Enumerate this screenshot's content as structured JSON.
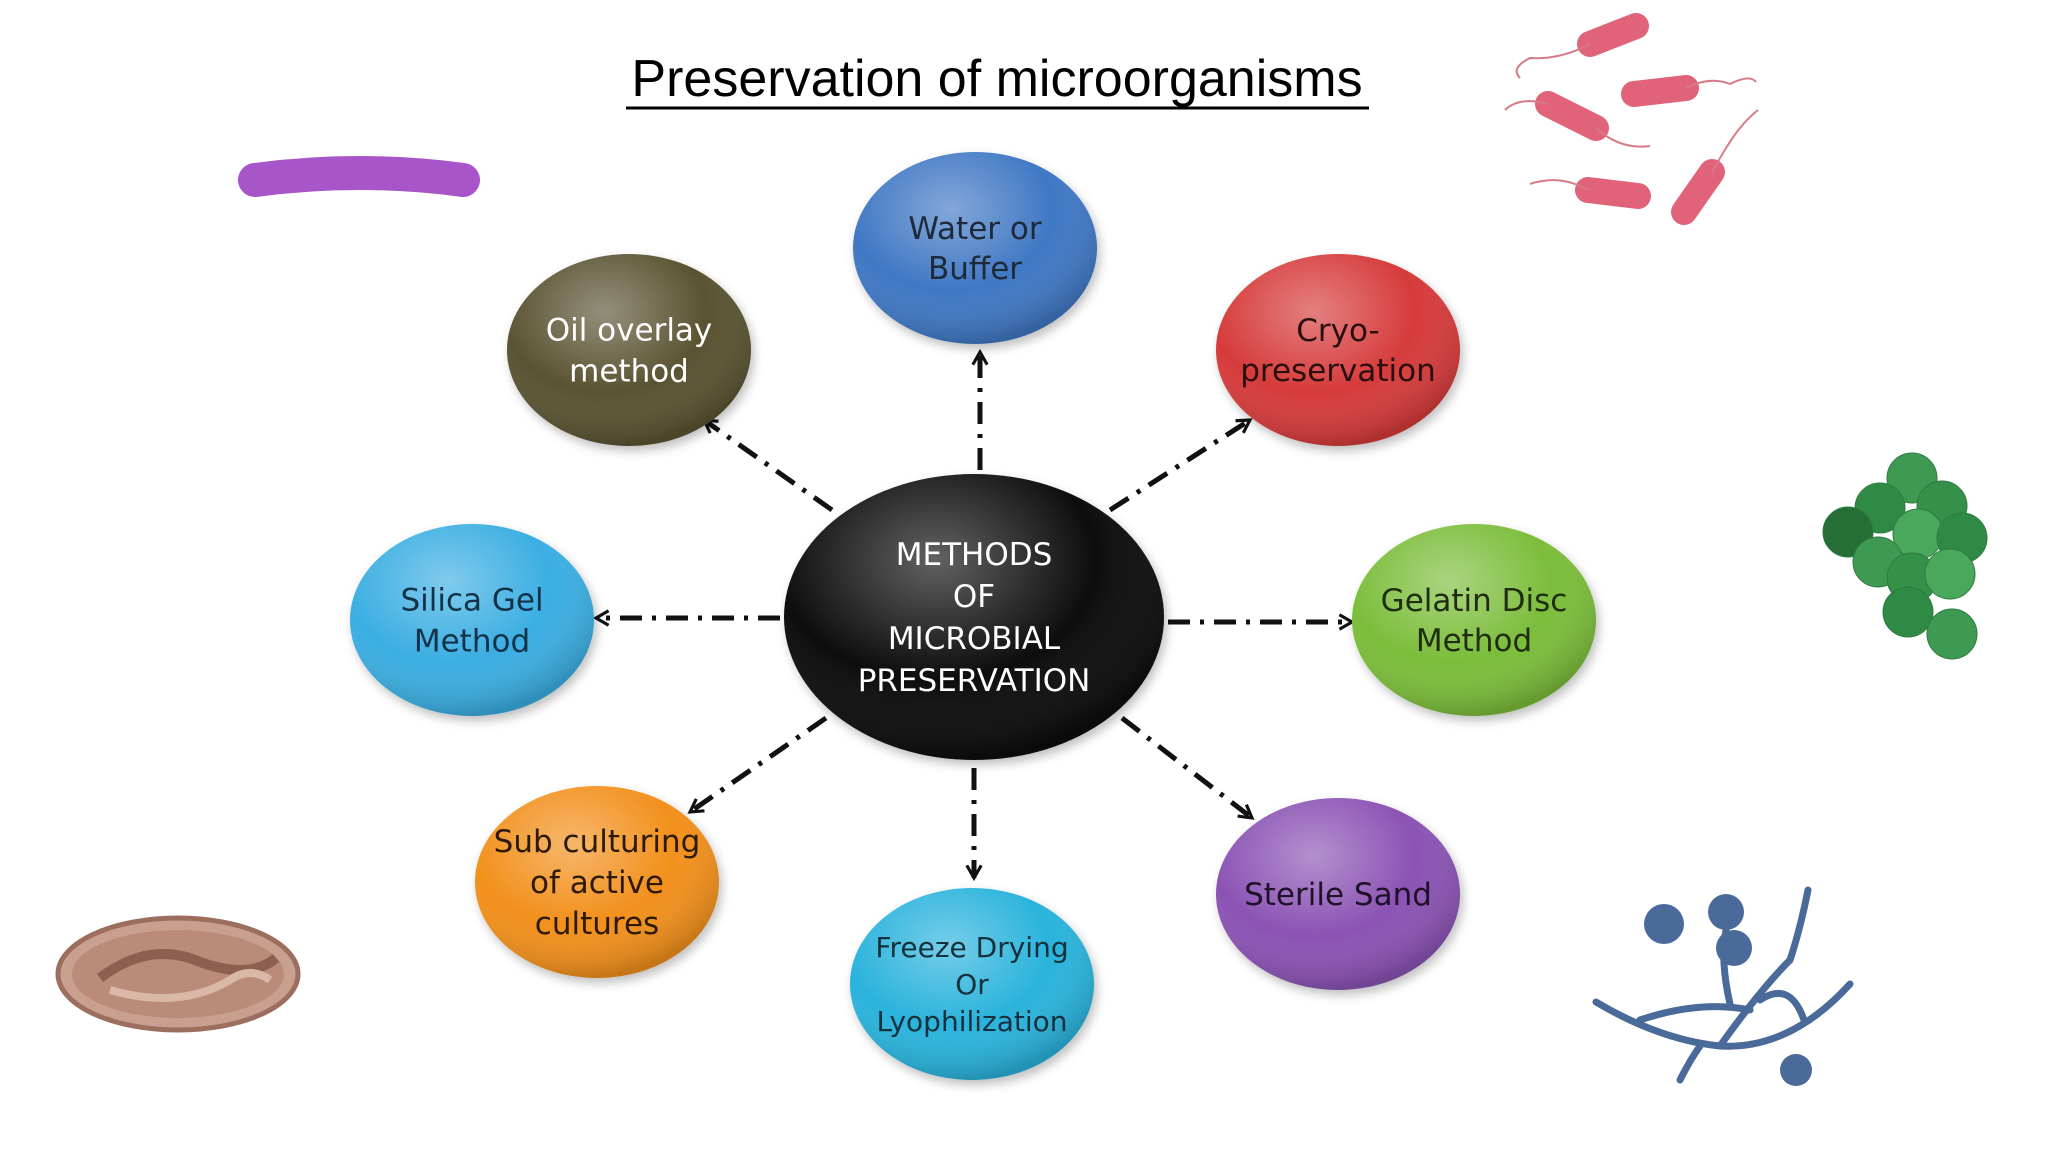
{
  "slide": {
    "title": "Preservation of microorganisms"
  },
  "diagram": {
    "center": {
      "lines": [
        "METHODS",
        "OF",
        "MICROBIAL",
        "PRESERVATION"
      ],
      "color": "#0a0a0a"
    },
    "nodes": [
      {
        "id": "water-buffer",
        "lines": [
          "Water or",
          "Buffer"
        ],
        "color": "#3f78c4",
        "text_color": "#1e2a3a"
      },
      {
        "id": "cryopreservation",
        "lines": [
          "Cryo-",
          "preservation"
        ],
        "color": "#d63a3a",
        "text_color": "#2a0f0f"
      },
      {
        "id": "gelatin-disc",
        "lines": [
          "Gelatin Disc",
          "Method"
        ],
        "color": "#7cbd3a",
        "text_color": "#1f2d0e"
      },
      {
        "id": "sterile-sand",
        "lines": [
          "Sterile Sand"
        ],
        "color": "#8b52b4",
        "text_color": "#1e1228"
      },
      {
        "id": "freeze-drying",
        "lines": [
          "Freeze  Drying",
          "Or",
          "Lyophilization"
        ],
        "color": "#2ab3dc",
        "text_color": "#15313d"
      },
      {
        "id": "sub-culturing",
        "lines": [
          "Sub culturing",
          "of active",
          "cultures"
        ],
        "color": "#f2901e",
        "text_color": "#2d1a05"
      },
      {
        "id": "silica-gel",
        "lines": [
          "Silica Gel",
          "Method"
        ],
        "color": "#3aaee2",
        "text_color": "#12324a"
      },
      {
        "id": "oil-overlay",
        "lines": [
          "Oil overlay",
          "method"
        ],
        "color": "#5a5330",
        "text_color": "#ffffff"
      }
    ]
  },
  "decorations": {
    "rod_color": "#a855c9",
    "bacilli_color": "#e0637a",
    "cocci_color": "#3e9a52",
    "fungus_color": "#4a6a9a",
    "cell_color": "#b98b78"
  }
}
